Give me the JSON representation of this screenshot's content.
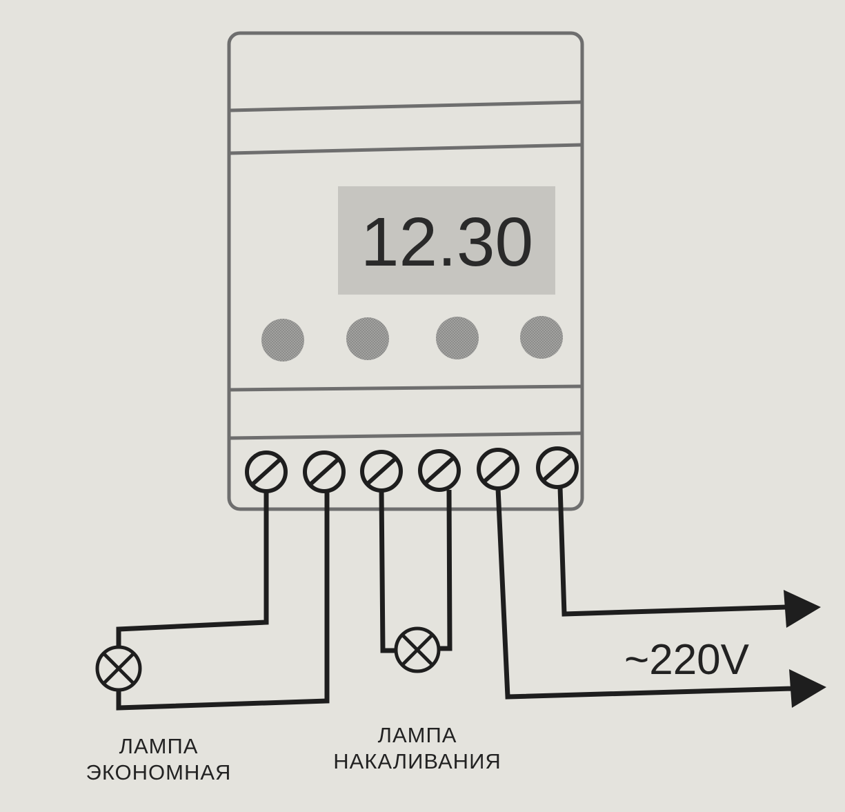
{
  "display": {
    "value": "12.30"
  },
  "voltage": {
    "label": "~220V"
  },
  "lamps": {
    "economy": {
      "line1": "ЛАМПА",
      "line2": "ЭКОНОМНАЯ"
    },
    "incandescent": {
      "line1": "ЛАМПА",
      "line2": "НАКАЛИВАНИЯ"
    }
  },
  "colors": {
    "background": "#e4e3dd",
    "housing_outline": "#6e6e6e",
    "display_bg": "#c6c5c0",
    "button_fill": "#9a9a98",
    "wire": "#1e1e1e"
  },
  "controls": {
    "buttons": 4,
    "terminals": 6
  }
}
